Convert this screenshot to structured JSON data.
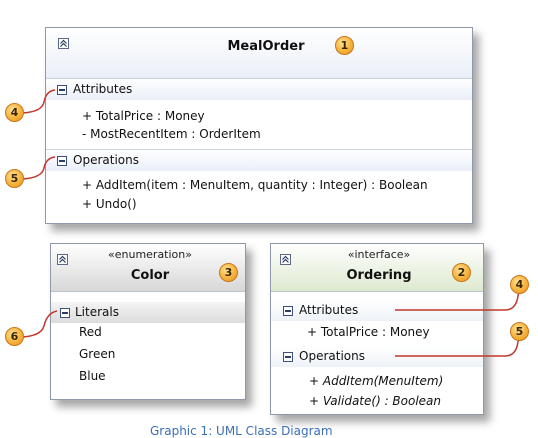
{
  "meal_order": {
    "name": "MealOrder",
    "callout": "1",
    "attributes_label": "Attributes",
    "attributes": [
      "+ TotalPrice : Money",
      "- MostRecentItem : OrderItem"
    ],
    "operations_label": "Operations",
    "operations": [
      "+ AddItem(item : MenuItem, quantity : Integer) : Boolean",
      "+ Undo()"
    ]
  },
  "color": {
    "stereotype": "«enumeration»",
    "name": "Color",
    "callout": "3",
    "literals_label": "Literals",
    "literals": [
      "Red",
      "Green",
      "Blue"
    ]
  },
  "ordering": {
    "stereotype": "«interface»",
    "name": "Ordering",
    "callout": "2",
    "attributes_label": "Attributes",
    "attributes": [
      "+ TotalPrice : Money"
    ],
    "operations_label": "Operations",
    "operations": [
      "+ AddItem(MenuItem)",
      "+ Validate() : Boolean"
    ]
  },
  "callouts": {
    "attributes": "4",
    "operations": "5",
    "literals": "6"
  },
  "colors": {
    "callout_fill": "#f6b23a",
    "callout_line": "#c0392b",
    "class_header": "#e7ecf6",
    "enum_header": "#d7d7d7",
    "interface_header": "#dde9cf"
  },
  "caption": "Graphic 1: UML Class Diagram"
}
